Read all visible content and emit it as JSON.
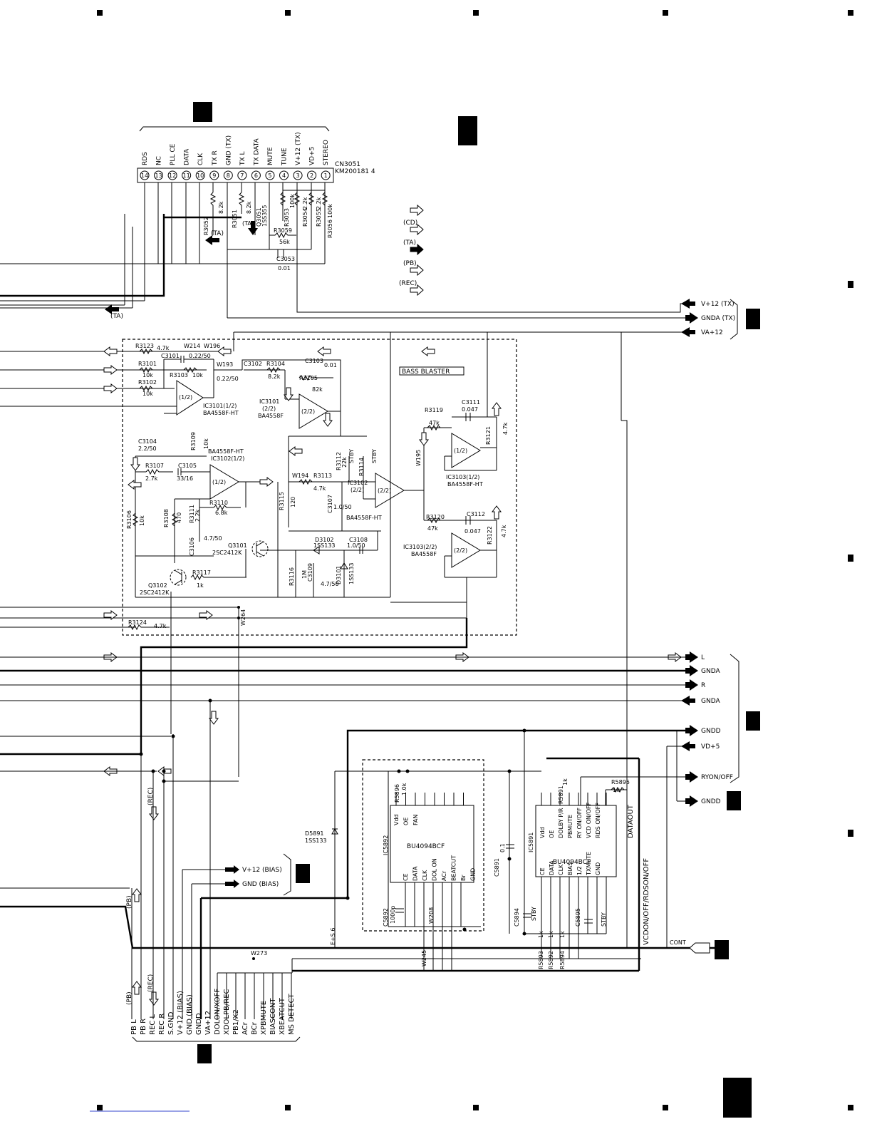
{
  "connector_top": {
    "ref": "CN3051",
    "part": "KM200181 4",
    "pins": [
      {
        "num": "14",
        "name": "RDS"
      },
      {
        "num": "13",
        "name": "NC"
      },
      {
        "num": "12",
        "name": "PLL CE"
      },
      {
        "num": "11",
        "name": "DATA"
      },
      {
        "num": "10",
        "name": "CLK"
      },
      {
        "num": "9",
        "name": "TX R"
      },
      {
        "num": "8",
        "name": "GND (TX)"
      },
      {
        "num": "7",
        "name": "TX L"
      },
      {
        "num": "6",
        "name": "TX DATA"
      },
      {
        "num": "5",
        "name": "MUTE"
      },
      {
        "num": "4",
        "name": "TUNE"
      },
      {
        "num": "3",
        "name": "V+12 (TX)"
      },
      {
        "num": "2",
        "name": "VD+5"
      },
      {
        "num": "1",
        "name": "STEREO"
      }
    ]
  },
  "legend": [
    {
      "label": ""
    },
    {
      "label": "(CD)"
    },
    {
      "label": "(TA)"
    },
    {
      "label": "(PB)"
    },
    {
      "label": "(REC)"
    }
  ],
  "ta_labels": {
    "left": "(TA)",
    "mid": "(TA)",
    "top": "(TA)"
  },
  "right_top": [
    {
      "label": "V+12 (TX)"
    },
    {
      "label": "GNDA (TX)"
    },
    {
      "label": "VA+12"
    }
  ],
  "right_mid": [
    {
      "label": "L"
    },
    {
      "label": "GNDA"
    },
    {
      "label": "R"
    },
    {
      "label": "GNDA"
    }
  ],
  "right_low": [
    {
      "label": "GNDD"
    },
    {
      "label": "VD+5"
    },
    {
      "label": "RYON/OFF"
    },
    {
      "label": "GNDD"
    }
  ],
  "cont_label": "CONT",
  "bias_labels": [
    {
      "label": "V+12 (BIAS)"
    },
    {
      "label": "GND (BIAS)"
    }
  ],
  "bass_blaster": "BASS BLASTER",
  "components": {
    "r3052": "R3052",
    "r3052v": "8.2k",
    "r3051": "R3051",
    "r3051v": "8.2k",
    "q3051": "Q3051",
    "q3051p": "1SS355",
    "r3053": "R3053",
    "r3053v": "100k",
    "r3054": "R3054",
    "r3054v": "2.2k",
    "r3055": "R3055",
    "r3055v": "2.2k",
    "r3056": "R3056",
    "r3056v": "100k",
    "r3059": "R3059",
    "r3059v": "56k",
    "c3053": "C3053",
    "c3053v": "0.01",
    "r3123": "R3123",
    "r3123v": "4.7k",
    "w214": "W214",
    "w196": "W196",
    "c3101": "C3101",
    "c3101v": "0.22/50",
    "r3101": "R3101",
    "r3101v": "10k",
    "r3103": "R3103",
    "r3103v": "10k",
    "r3102": "R3102",
    "r3102v": "10k",
    "w193": "W193",
    "w193v": "0.22/50",
    "c3102": "C3102",
    "r3104": "R3104",
    "r3104v": "8.2k",
    "c3103": "C3103",
    "c3103v": "0.01",
    "r3105": "R3105",
    "r3105v": "82k",
    "ic3101a": "IC3101(1/2)",
    "ic3101ap": "BA4558F-HT",
    "ic3101b": "IC3101",
    "ic3101bh": "(2/2)",
    "ic3101bp": "BA4558F",
    "half1": "(1/2)",
    "half2": "(2/2)",
    "c3104": "C3104",
    "c3104v": "2.2/50",
    "r3109": "R3109",
    "r3109v": "10k",
    "ba4558fht": "BA4558F-HT",
    "ic3102a": "IC3102(1/2)",
    "r3107": "R3107",
    "r3107v": "2.7k",
    "c3105": "C3105",
    "c3105v": "33/16",
    "r3110": "R3110",
    "r3110v": "6.8k",
    "r3111": "R3111",
    "r3111v": "2.2k",
    "r3108": "R3108",
    "r3108v": "470",
    "r3106": "R3106",
    "r3106v": "10k",
    "c3106": "C3106",
    "c3106v": "4.7/50",
    "q3101": "Q3101",
    "q3101p": "2SC2412K",
    "q3102": "Q3102",
    "q3102p": "2SC2412K",
    "r3117": "R3117",
    "r3117v": "1k",
    "w194": "W194",
    "r3113": "R3113",
    "r3113v": "4.7k",
    "r3112": "R3112",
    "r3112v": "22k",
    "stby": "STBY",
    "r3114": "R3114",
    "r3115": "R3115",
    "r3115v": "120",
    "c3107": "C3107",
    "c3107v": "1.0/50",
    "ic3102b": "IC3102",
    "ic3102bh": "(2/2)",
    "ic3102bp": "BA4558F-HT",
    "d3102": "D3102",
    "d3102p": "1SS133",
    "c3108": "C3108",
    "c3108v": "1.0/50",
    "r3116": "R3116",
    "r3116v": "1M",
    "c3109": "C3109",
    "c3109v": "4.7/50",
    "d3101": "D3101",
    "d3101p": "1SS133",
    "w195": "W195",
    "r3119": "R3119",
    "r3119v": "47k",
    "c3111": "C3111",
    "c3111v": "0.047",
    "r3121": "R3121",
    "r3121v": "4.7k",
    "ic3103a": "IC3103(1/2)",
    "ic3103ap": "BA4558F-HT",
    "r3120": "R3120",
    "r3120v": "47k",
    "c3112": "C3112",
    "c3112v": "0.047",
    "r3122": "R3122",
    "r3122v": "4.7k",
    "ic3103b": "IC3103(2/2)",
    "ic3103bp": "BA4558F",
    "r3124": "R3124",
    "r3124v": "4.7k",
    "w264": "W264",
    "w273": "W273",
    "d5891": "D5891",
    "d5891p": "1SS133",
    "ic5892": "IC5892",
    "ic5892p": "BU4094BCF",
    "ic5891": "IC5891",
    "ic5891p": "BU4094BCF",
    "r5896": "R5896",
    "r5896v": "1.0k",
    "c5892": "C5892",
    "c5892v": "1000p",
    "w208": "W208",
    "w245": "W245",
    "c5891": "C5891",
    "c5891v": "0.1",
    "c5894": "C5894",
    "c5895": "C5895",
    "r5891": "R5891",
    "r5891v": "1k",
    "r5895": "R5895",
    "r5895v": "1k",
    "r5893": "R5893",
    "r5892": "R5892",
    "r5894": "R5894",
    "k1": "1k",
    "dataout": "DATAOUT",
    "vcd": "VCDON/OFF/RDSON/OFF",
    "es6": "E+S 6",
    "ic2_pins_top": [
      "Vdd",
      "OE",
      "FAN"
    ],
    "ic2_pins_bot": [
      "CE",
      "DATA",
      "CLK",
      "DOL ON",
      "ACr",
      "BEATCUT",
      "Br",
      "GND"
    ],
    "ic1_pins_top": [
      "Vdd",
      "OE",
      "DOLBY P/R",
      "PBMUTE",
      "RY ON/OFF",
      "VCD ON/OFF",
      "RDS ON/OFF"
    ],
    "ic1_pins_bot": [
      "CE",
      "DATA",
      "CLK",
      "BIAS",
      "1/2",
      "TXMUTE",
      "GND"
    ]
  },
  "connector_bottom": {
    "pins": [
      {
        "name": "PB L"
      },
      {
        "name": "PB R"
      },
      {
        "name": "REC L"
      },
      {
        "name": "REC R"
      },
      {
        "name": "S.GND"
      },
      {
        "name": "V+12 (BIAS)"
      },
      {
        "name": "GND (BIAS)"
      },
      {
        "name": "GNDD"
      },
      {
        "name": "VA+12"
      },
      {
        "name": "DOLON/XOFF"
      },
      {
        "name": "XDOLPB/REC"
      },
      {
        "name": "PB1/X2"
      },
      {
        "name": "ACr"
      },
      {
        "name": "BCr"
      },
      {
        "name": "XPBMUTE"
      },
      {
        "name": "BIASCONT"
      },
      {
        "name": "XBEATCUT"
      },
      {
        "name": "MS DETECT"
      }
    ],
    "pb": "(PB)",
    "rec": "(REC)"
  },
  "side_labels": {
    "pb": "(PB)",
    "rec": "(REC)"
  }
}
